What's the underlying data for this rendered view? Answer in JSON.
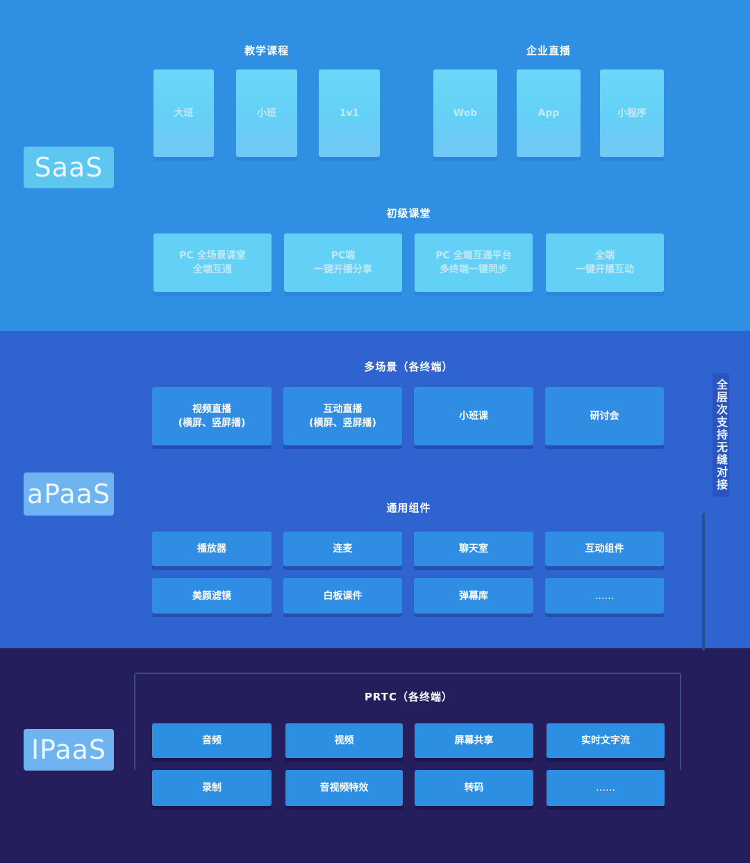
{
  "layers": {
    "saas": "SaaS",
    "apaas": "aPaaS",
    "ipaas": "IPaaS"
  },
  "vertical_label": "全层次支持无缝对接",
  "saas": {
    "group1_title": "教学课程",
    "group1_items": [
      "大班",
      "小班",
      "1v1"
    ],
    "group2_title": "企业直播",
    "group2_items": [
      "Web",
      "App",
      "小程序"
    ],
    "group3_title": "初级课堂",
    "group3_items": [
      [
        "PC 全场景课堂",
        "全端互通"
      ],
      [
        "PC端",
        "一键开播分享"
      ],
      [
        "PC 全端互通平台",
        "多终端一键同步"
      ],
      [
        "全端",
        "一键开播互动"
      ]
    ]
  },
  "apaas": {
    "scenes_title": "多场景（各终端）",
    "scenes": [
      [
        "视频直播",
        "(横屏、竖屏播)"
      ],
      [
        "互动直播",
        "(横屏、竖屏播)"
      ],
      [
        "小班课"
      ],
      [
        "研讨会"
      ]
    ],
    "components_title": "通用组件",
    "components_row1": [
      "播放器",
      "连麦",
      "聊天室",
      "互动组件"
    ],
    "components_row2": [
      "美颜滤镜",
      "白板课件",
      "弹幕库",
      "……"
    ]
  },
  "ipaas": {
    "prtc_title": "PRTC（各终端）",
    "row1": [
      "音频",
      "视频",
      "屏幕共享",
      "实时文字流"
    ],
    "row2": [
      "录制",
      "音视频特效",
      "转码",
      "……"
    ]
  }
}
